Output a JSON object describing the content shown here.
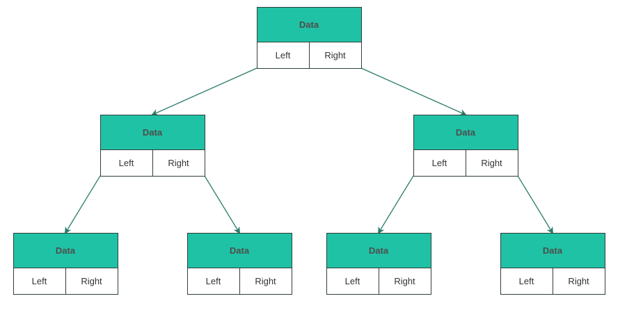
{
  "colors": {
    "header_fill": "#20c2a5",
    "edge": "#2a7b6b",
    "border": "#2f3e3a",
    "data_text": "#4d4d4d",
    "cell_text": "#333333"
  },
  "nodes": [
    {
      "id": "root",
      "data_label": "Data",
      "left_label": "Left",
      "right_label": "Right"
    },
    {
      "id": "left",
      "data_label": "Data",
      "left_label": "Left",
      "right_label": "Right"
    },
    {
      "id": "right",
      "data_label": "Data",
      "left_label": "Left",
      "right_label": "Right"
    },
    {
      "id": "left-left",
      "data_label": "Data",
      "left_label": "Left",
      "right_label": "Right"
    },
    {
      "id": "left-right",
      "data_label": "Data",
      "left_label": "Left",
      "right_label": "Right"
    },
    {
      "id": "right-left",
      "data_label": "Data",
      "left_label": "Left",
      "right_label": "Right"
    },
    {
      "id": "right-right",
      "data_label": "Data",
      "left_label": "Left",
      "right_label": "Right"
    }
  ],
  "edges": [
    {
      "from": "root",
      "from_side": "left",
      "to": "left"
    },
    {
      "from": "root",
      "from_side": "right",
      "to": "right"
    },
    {
      "from": "left",
      "from_side": "left",
      "to": "left-left"
    },
    {
      "from": "left",
      "from_side": "right",
      "to": "left-right"
    },
    {
      "from": "right",
      "from_side": "left",
      "to": "right-left"
    },
    {
      "from": "right",
      "from_side": "right",
      "to": "right-right"
    }
  ]
}
